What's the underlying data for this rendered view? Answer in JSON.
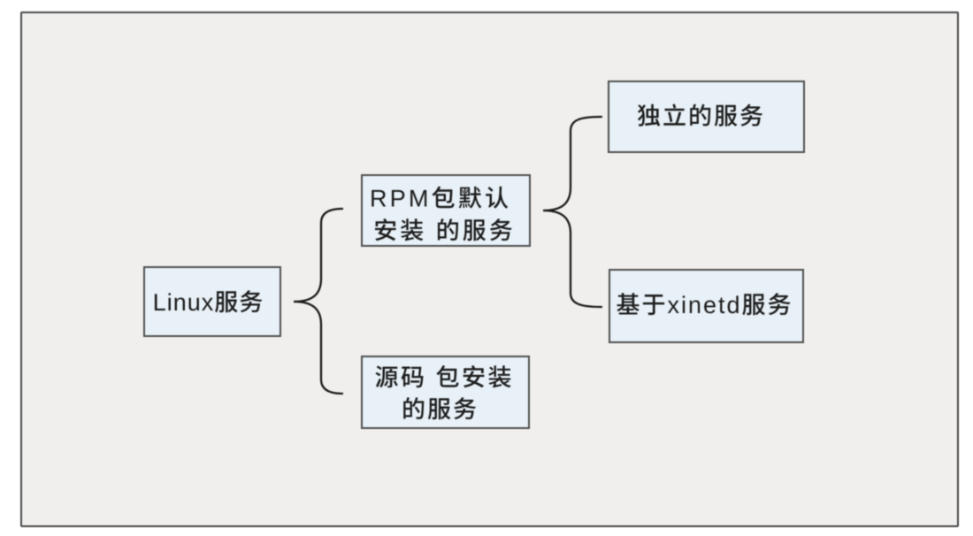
{
  "page": {
    "background": "#ffffff"
  },
  "frame": {
    "fill": "#f0efed",
    "border_color": "#474747"
  },
  "diagram": {
    "type": "bracket-tree",
    "node_fill": "#e8f1f7",
    "node_border": "#4f4f4f",
    "text_color": "#1c1c1c",
    "brace_color": "#1a1a1a",
    "nodes": [
      {
        "id": "linux",
        "label": "Linux服务",
        "lines": [
          "Linux服务"
        ],
        "children": [
          "rpm",
          "source"
        ]
      },
      {
        "id": "rpm",
        "label": "RPM包默认安装的服务",
        "lines": [
          "RPM包默认",
          "安装 的服务"
        ],
        "children": [
          "standalone",
          "xinetd"
        ]
      },
      {
        "id": "source",
        "label": "源码包安装的服务",
        "lines": [
          "源码 包安装",
          "的服务"
        ],
        "children": []
      },
      {
        "id": "standalone",
        "label": "独立的服务",
        "lines": [
          "独立的服务"
        ],
        "children": []
      },
      {
        "id": "xinetd",
        "label": "基于xinetd服务",
        "lines": [
          "基于xinetd服务"
        ],
        "children": []
      }
    ]
  }
}
